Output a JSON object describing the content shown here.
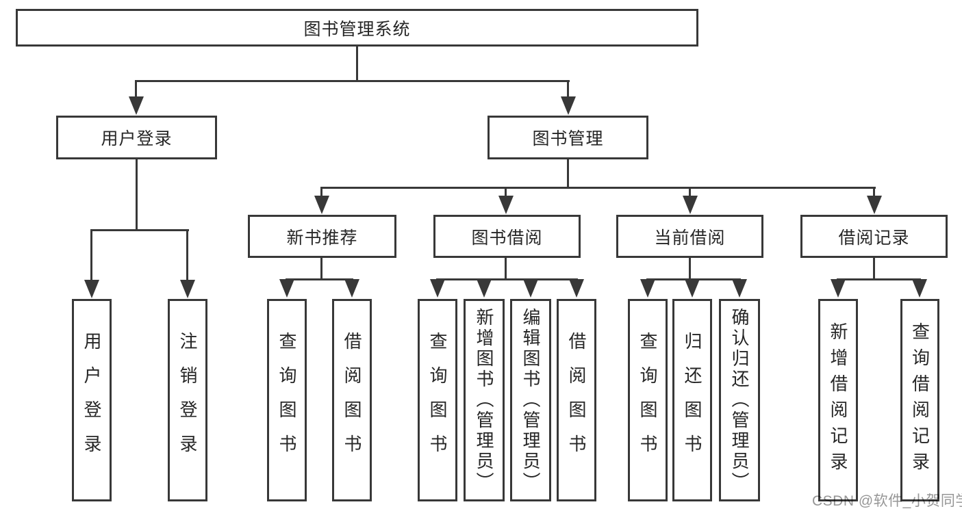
{
  "nodes": {
    "root": "图书管理系统",
    "user_login": "用户登录",
    "book_management": "图书管理",
    "new_book_recommend": "新书推荐",
    "book_borrowing": "图书借阅",
    "current_borrowing": "当前借阅",
    "borrowing_records": "借阅记录"
  },
  "leaves": {
    "login_user_login": "用户登录",
    "login_logout": "注销登录",
    "rec_query_book": "查询图书",
    "rec_borrow_book": "借阅图书",
    "bor_query_book": "查询图书",
    "bor_add_book_admin": "新增图书（管理员）",
    "bor_edit_book_admin": "编辑图书（管理员）",
    "bor_borrow_book": "借阅图书",
    "cur_query_book": "查询图书",
    "cur_return_book": "归还图书",
    "cur_confirm_return_admin": "确认归还（管理员）",
    "recd_add_record": "新增借阅记录",
    "recd_query_record": "查询借阅记录"
  },
  "hierarchy": {
    "图书管理系统": {
      "用户登录": [
        "用户登录",
        "注销登录"
      ],
      "图书管理": {
        "新书推荐": [
          "查询图书",
          "借阅图书"
        ],
        "图书借阅": [
          "查询图书",
          "新增图书（管理员）",
          "编辑图书（管理员）",
          "借阅图书"
        ],
        "当前借阅": [
          "查询图书",
          "归还图书",
          "确认归还（管理员）"
        ],
        "借阅记录": [
          "新增借阅记录",
          "查询借阅记录"
        ]
      }
    }
  },
  "watermark": "CSDN @软件_小贺同学",
  "colors": {
    "line": "#383838",
    "box_border": "#383838",
    "text": "#262626",
    "watermark": "#969696",
    "background": "#ffffff"
  }
}
